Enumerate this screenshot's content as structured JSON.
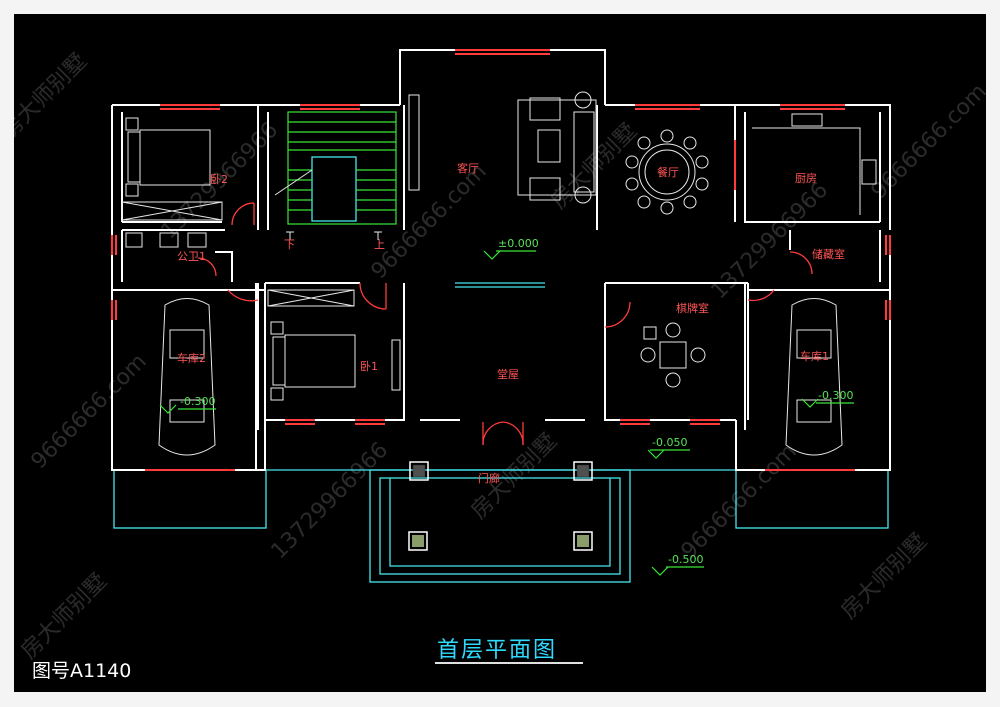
{
  "drawing": {
    "title": "首层平面图",
    "number": "图号A1140"
  },
  "rooms": {
    "living_room": "客厅",
    "dining_room": "餐厅",
    "kitchen": "厨房",
    "bedroom_2": "卧2",
    "bedroom_1": "卧1",
    "public_wc": "公卫1",
    "storage": "储藏室",
    "garage_2": "车库2",
    "garage_1": "车库1",
    "hall": "堂屋",
    "chess_room": "棋牌室",
    "porch": "门廊"
  },
  "levels": {
    "main": "±0.000",
    "garage_2": "-0.300",
    "garage_1": "-0.300",
    "porch": "-0.050",
    "outdoor": "-0.500"
  },
  "stair": {
    "up_mark": "上",
    "down_mark": "下"
  },
  "watermarks": [
    "房大师别墅",
    "13729966966",
    "9666666.com"
  ],
  "colors": {
    "background": "#000000",
    "wall": "#ffffff",
    "window": "#ff3b3b",
    "cyan_line": "#43e6ee",
    "room_label": "#ff5555",
    "level_label": "#57e257",
    "title": "#30d9ff"
  }
}
